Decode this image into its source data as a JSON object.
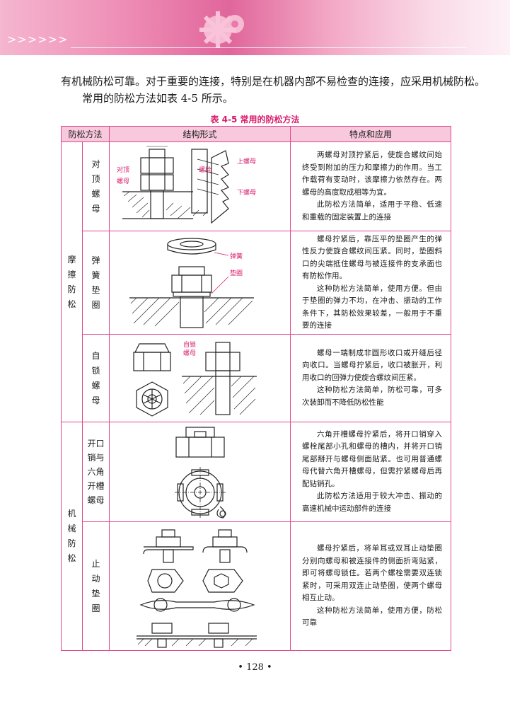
{
  "header": {
    "chevrons": ">>>>>>"
  },
  "body": {
    "line1": "有机械防松可靠。对于重要的连接，特别是在机器内部不易检查的连接，应采用机械防松。",
    "line2": "常用的防松方法如表 4-5 所示。"
  },
  "table": {
    "caption": "表 4-5    常用的防松方法",
    "headers": [
      "防松方法",
      "结构形式",
      "特点和应用"
    ],
    "groups": [
      {
        "name": "摩擦防松"
      },
      {
        "name": "机械防松"
      }
    ],
    "rows": [
      {
        "method": "对顶螺母",
        "labels": [
          "对顶螺母",
          "螺栓",
          "上螺母",
          "下螺母"
        ],
        "paragraphs": [
          "两螺母对顶拧紧后，使旋合螺纹间始终受到附加的压力和摩擦力的作用。当工作载荷有变动时，该摩擦力依然存在。两螺母的高度取成相等为宜。",
          "此防松方法简单，适用于平稳、低速和重载的固定装置上的连接"
        ]
      },
      {
        "method": "弹簧垫圈",
        "labels": [
          "弹簧",
          "垫圈"
        ],
        "paragraphs": [
          "螺母拧紧后，靠压平的垫圈产生的弹性反力使旋合螺纹间压紧。同时，垫圈斜口的尖端抵住螺母与被连接件的支承面也有防松作用。",
          "这种防松方法简单，使用方便。但由于垫圈的弹力不均，在冲击、振动的工作条件下，其防松效果较差，一般用于不重要的连接"
        ]
      },
      {
        "method": "自锁螺母",
        "labels": [
          "自锁螺母"
        ],
        "paragraphs": [
          "螺母一端制成非圆形收口或开缝后径向收口。当螺母拧紧后，收口被胀开，利用收口的回弹力使旋合螺纹间压紧。",
          "这种防松方法简单，防松可靠，可多次装卸而不降低防松性能"
        ]
      },
      {
        "method": "开口销与六角开槽螺母",
        "method_lines": [
          "开口",
          "销与",
          "六角",
          "开槽",
          "螺母"
        ],
        "paragraphs": [
          "六角开槽螺母拧紧后，将开口销穿入螺栓尾部小孔和螺母的槽内，并将开口销尾部掰开与螺母侧面贴紧。也可用普通螺母代替六角开槽螺母，但需拧紧螺母后再配钻销孔。",
          "此防松方法适用于较大冲击、振动的高速机械中运动部件的连接"
        ]
      },
      {
        "method": "止动垫圈",
        "paragraphs": [
          "螺母拧紧后，将单耳或双耳止动垫圈分别向螺母和被连接件的侧面折弯贴紧，即可将螺母锁住。若两个螺栓需要双连锁紧时，可采用双连止动垫圈，使两个螺母相互止动。",
          "这种防松方法简单，使用方便，防松可靠"
        ]
      }
    ]
  },
  "page_number": "• 128 •",
  "colors": {
    "accent": "#e04a8e",
    "header_fill": "#f8c9dc",
    "caption": "#d81b6a"
  }
}
